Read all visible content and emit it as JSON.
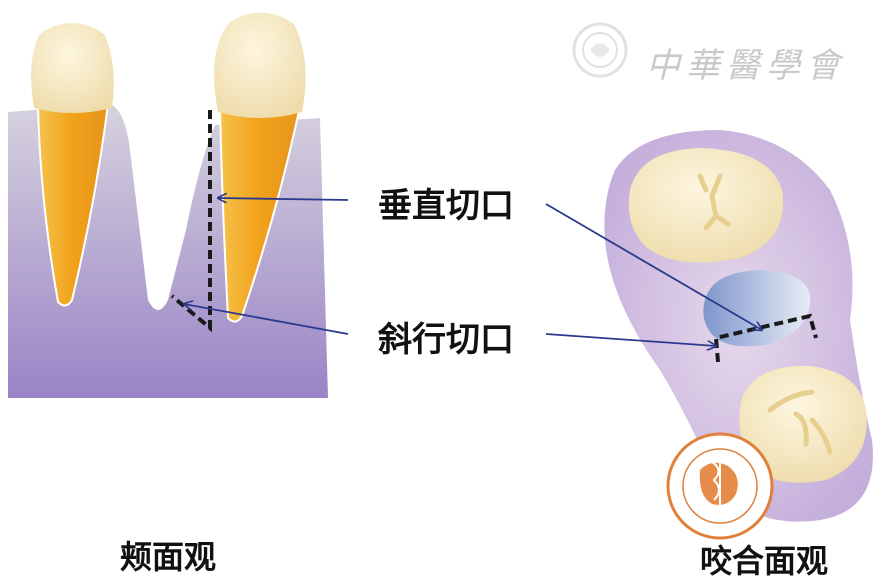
{
  "labels": {
    "vertical_incision": "垂直切口",
    "oblique_incision": "斜行切口",
    "buccal_view": "颊面观",
    "occlusal_view": "咬合面观"
  },
  "watermark": {
    "text": "中華醫學會"
  },
  "colors": {
    "gingiva_light": "#cfc8dc",
    "gingiva_dark": "#9b85c8",
    "root_orange": "#f2a21c",
    "crown_cream": "#f7ebc5",
    "incision_line": "#1a1a1a",
    "arrow": "#2b3a8c",
    "occlusal_gum": "#d9c8e0",
    "defect_blue": "#8fa6d4",
    "seal_orange": "#e0803a"
  }
}
